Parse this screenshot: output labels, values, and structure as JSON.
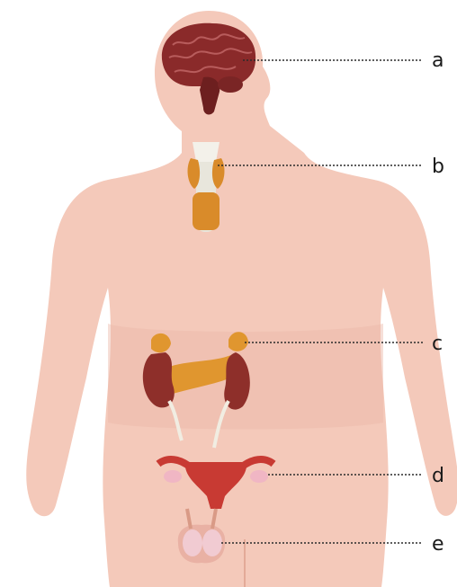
{
  "colors": {
    "skin": "#f4c9ba",
    "skin_shadow": "#ecb8a8",
    "brain": "#8a2a2a",
    "brain_light": "#b85c5c",
    "thyroid": "#d98b2a",
    "trachea": "#e8e6dc",
    "kidney": "#8e2f2a",
    "adrenal": "#e0962f",
    "ureter": "#f1ede2",
    "uterus": "#c83a33",
    "ovary": "#f0b6c4",
    "testis": "#f1cbd2",
    "leader": "#2a2a2a"
  },
  "labels": [
    {
      "id": "a",
      "text": "a",
      "target": "brain"
    },
    {
      "id": "b",
      "text": "b",
      "target": "thyroid"
    },
    {
      "id": "c",
      "text": "c",
      "target": "adrenal-glands"
    },
    {
      "id": "d",
      "text": "d",
      "target": "ovaries-uterus"
    },
    {
      "id": "e",
      "text": "e",
      "target": "testes"
    }
  ]
}
